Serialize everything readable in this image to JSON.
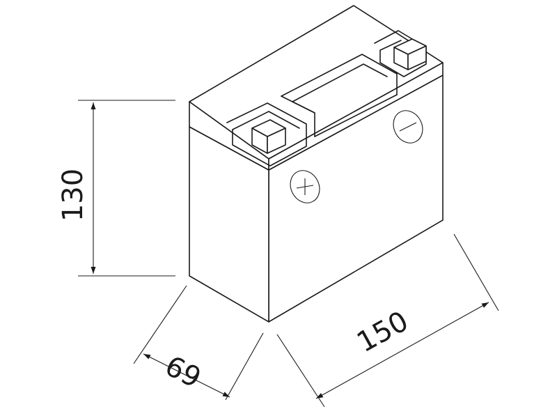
{
  "dimensions": {
    "height": "130",
    "depth": "69",
    "width": "150"
  },
  "colors": {
    "line": "#1a1a1a",
    "background": "#ffffff"
  },
  "icons": [
    "positive-terminal-post-icon",
    "negative-terminal-post-icon",
    "plus-symbol-icon",
    "minus-symbol-icon"
  ]
}
